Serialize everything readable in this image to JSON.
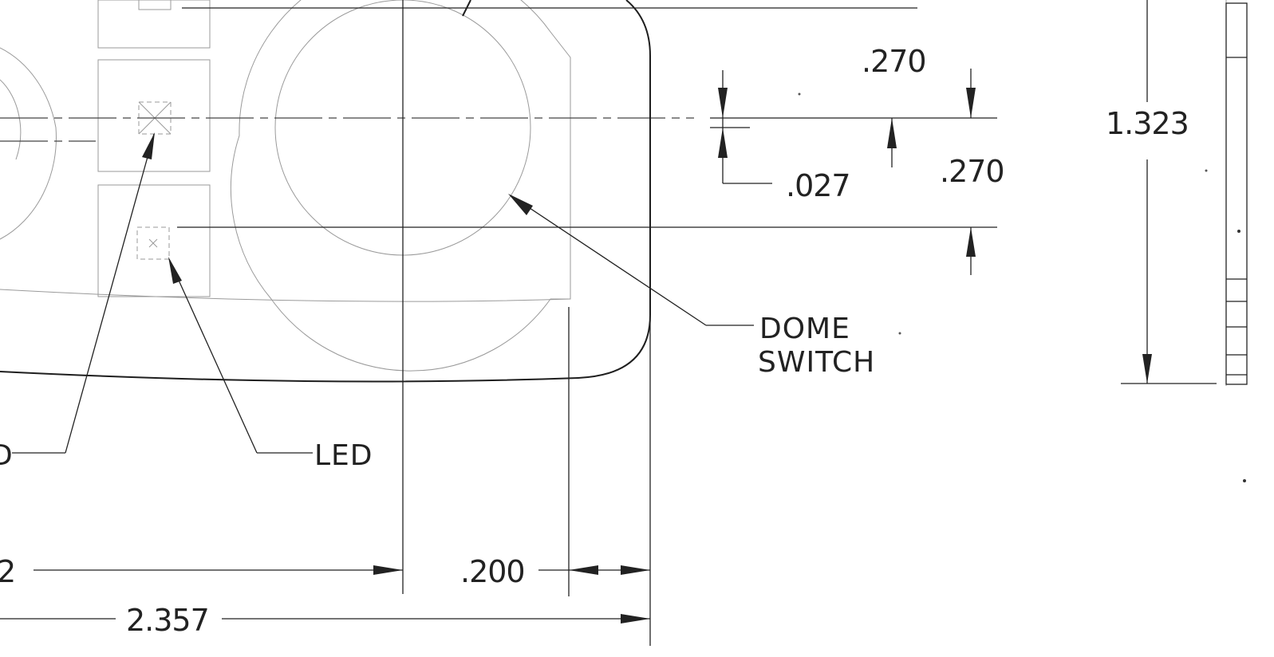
{
  "dimensions": {
    "top_gap": ".270",
    "small_offset": ".027",
    "lower_gap": ".270",
    "overall_height": "1.323",
    "partial_left": "2",
    "small_width": ".200",
    "overall_width": "2.357"
  },
  "callouts": {
    "dome_switch_line1": "DOME",
    "dome_switch_line2": "SWITCH",
    "led_right": "LED",
    "led_left_fragment": "D"
  },
  "colors": {
    "ink": "#222222",
    "faint": "#9a9a9a",
    "paper": "#ffffff"
  }
}
